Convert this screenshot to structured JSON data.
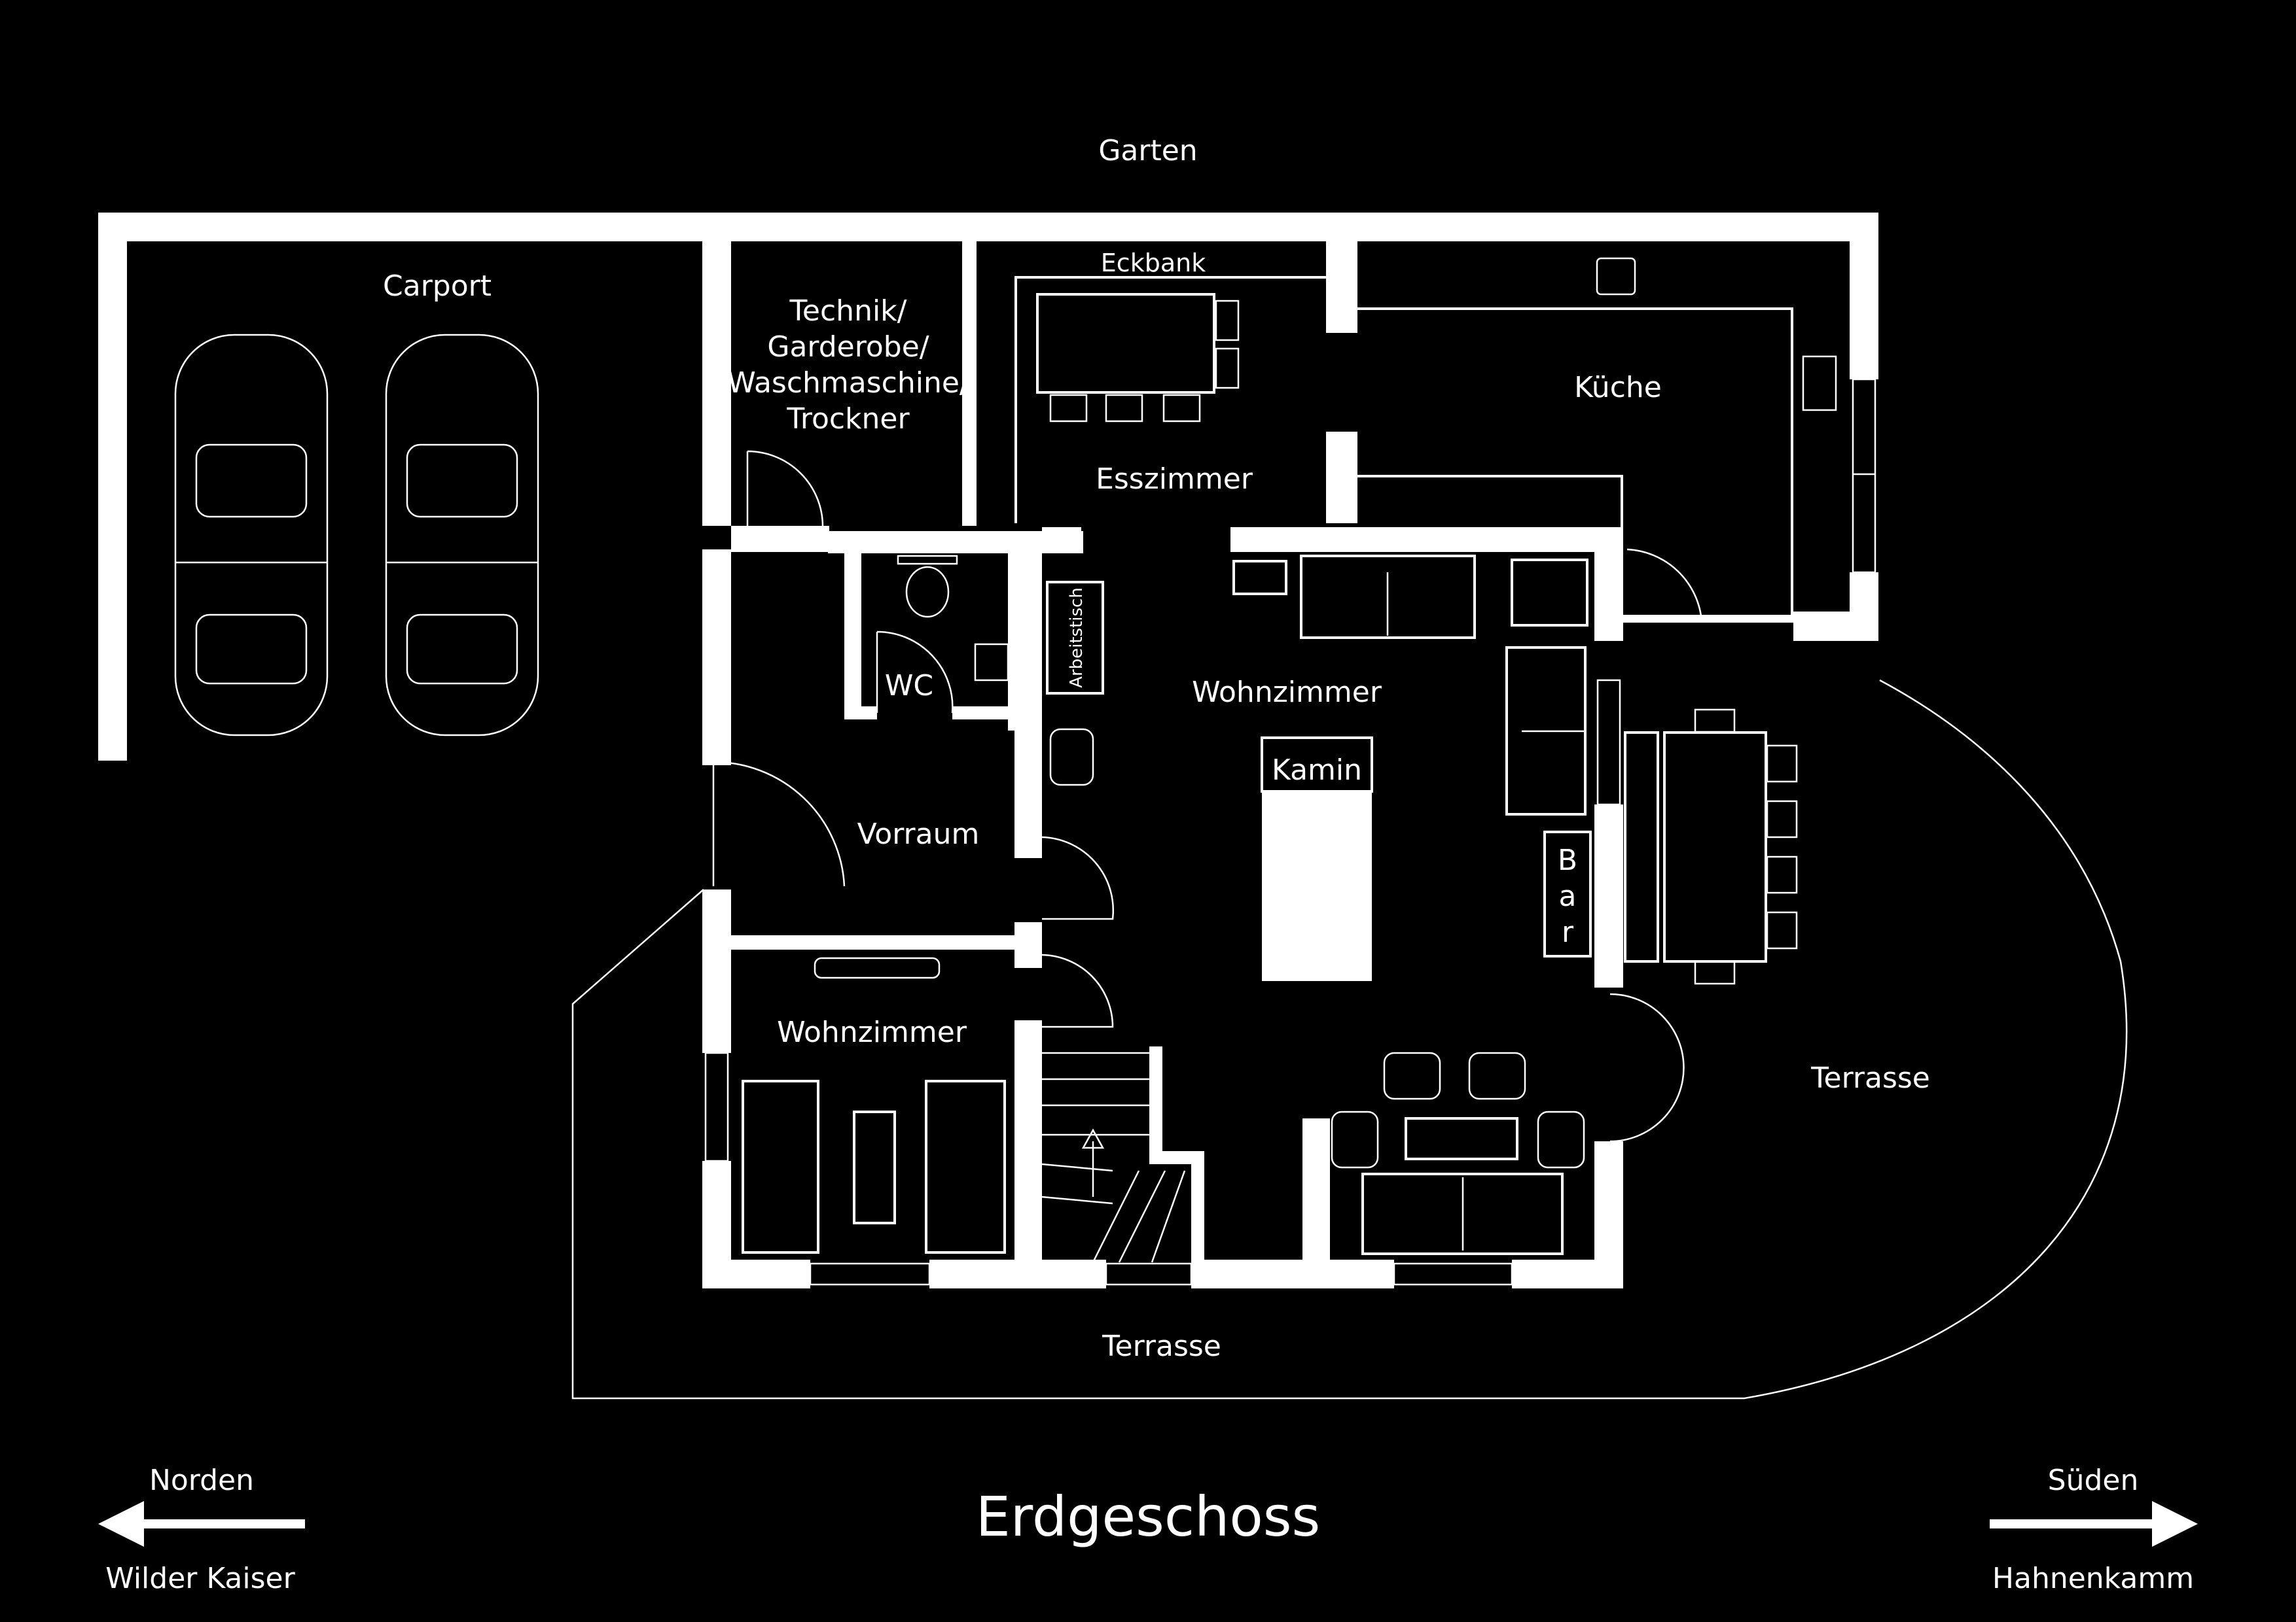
{
  "floor_title": "Erdgeschoss",
  "compass": {
    "north_label": "Norden",
    "north_view": "Wilder Kaiser",
    "south_label": "Süden",
    "south_view": "Hahnenkamm"
  },
  "rooms": {
    "garden": "Garten",
    "carport": "Carport",
    "technik_lines": [
      "Technik/",
      "Garderobe/",
      "Waschmaschine/",
      "Trockner"
    ],
    "eckbank": "Eckbank",
    "kitchen": "Küche",
    "dining": "Esszimmer",
    "wc": "WC",
    "workbench": "Arbeitstisch",
    "living_main": "Wohnzimmer",
    "fireplace": "Kamin",
    "bar_letters": [
      "B",
      "a",
      "r"
    ],
    "vestibule": "Vorraum",
    "living_small": "Wohnzimmer",
    "terrace_south": "Terrasse",
    "terrace_front": "Terrasse"
  },
  "colors": {
    "background": "#000000",
    "lines": "#ffffff"
  }
}
